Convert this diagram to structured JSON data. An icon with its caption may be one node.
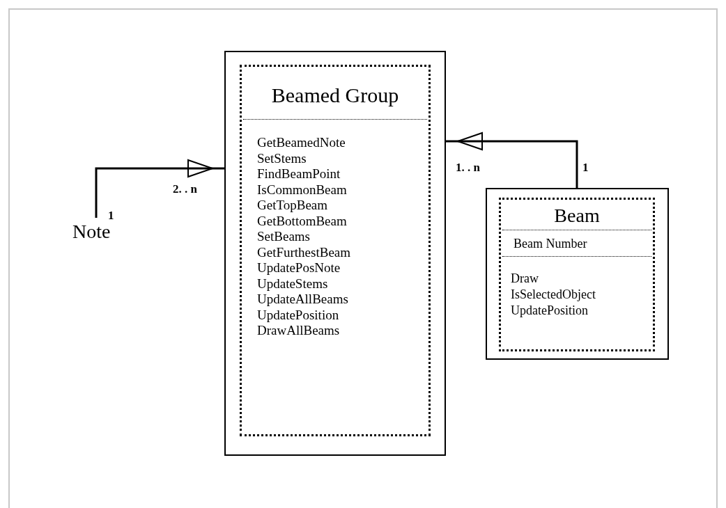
{
  "diagram": {
    "nodes": [
      {
        "text": [
          "Beamed Group",
          "GetBeamedNote",
          "SetStems",
          "FindBeamPoint",
          "IsCommonBeam",
          "GetTopBeam",
          "GetBottomBeam",
          "SetBeams",
          "GetFurthestBeam",
          "UpdatePosNote",
          "UpdateStems",
          "UpdateAllBeams",
          "UpdatePosition",
          "DrawAllBeams"
        ]
      },
      {
        "text": [
          "Note"
        ]
      },
      {
        "text": [
          "Beam",
          "Beam Number",
          "Draw",
          "IsSelectedObject",
          "UpdatePosition"
        ]
      }
    ],
    "edges": [
      {
        "from": 1,
        "to": 0,
        "arrow": "to"
      },
      {
        "from": 2,
        "to": 0,
        "arrow": "to"
      }
    ],
    "labels": [
      "1. . n",
      "1",
      "2. . n",
      "1"
    ]
  }
}
